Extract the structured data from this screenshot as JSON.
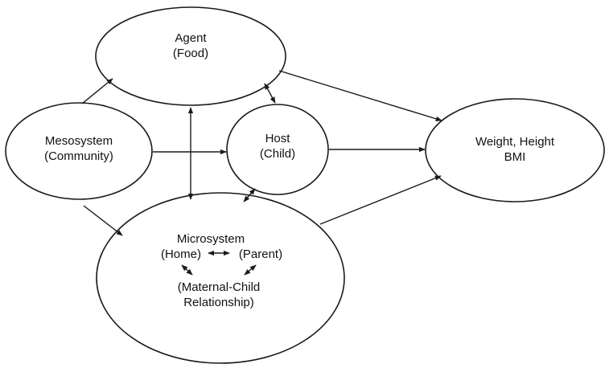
{
  "diagram": {
    "nodes": {
      "agent": {
        "line1": "Agent",
        "line2": "(Food)"
      },
      "host": {
        "line1": "Host",
        "line2": "(Child)"
      },
      "mesosystem": {
        "line1": "Mesosystem",
        "line2": "(Community)"
      },
      "outcome": {
        "line1": "Weight, Height",
        "line2": "BMI"
      },
      "microsystem": {
        "title": "Microsystem",
        "home": "(Home)",
        "parent": "(Parent)",
        "relationship_line1": "(Maternal-Child",
        "relationship_line2": "Relationship)"
      }
    },
    "edges": [
      {
        "from": "mesosystem",
        "to": "agent",
        "kind": "directed"
      },
      {
        "from": "mesosystem",
        "to": "host",
        "kind": "directed"
      },
      {
        "from": "mesosystem",
        "to": "microsystem",
        "kind": "directed"
      },
      {
        "from": "agent",
        "to": "microsystem",
        "kind": "bidirectional"
      },
      {
        "from": "agent",
        "to": "host",
        "kind": "bidirectional"
      },
      {
        "from": "agent",
        "to": "outcome",
        "kind": "directed"
      },
      {
        "from": "host",
        "to": "outcome",
        "kind": "directed"
      },
      {
        "from": "host",
        "to": "microsystem",
        "kind": "bidirectional"
      },
      {
        "from": "microsystem",
        "to": "outcome",
        "kind": "directed"
      },
      {
        "from": "home",
        "to": "parent",
        "kind": "bidirectional"
      },
      {
        "from": "home",
        "to": "relationship",
        "kind": "bidirectional"
      },
      {
        "from": "parent",
        "to": "relationship",
        "kind": "bidirectional"
      }
    ]
  }
}
